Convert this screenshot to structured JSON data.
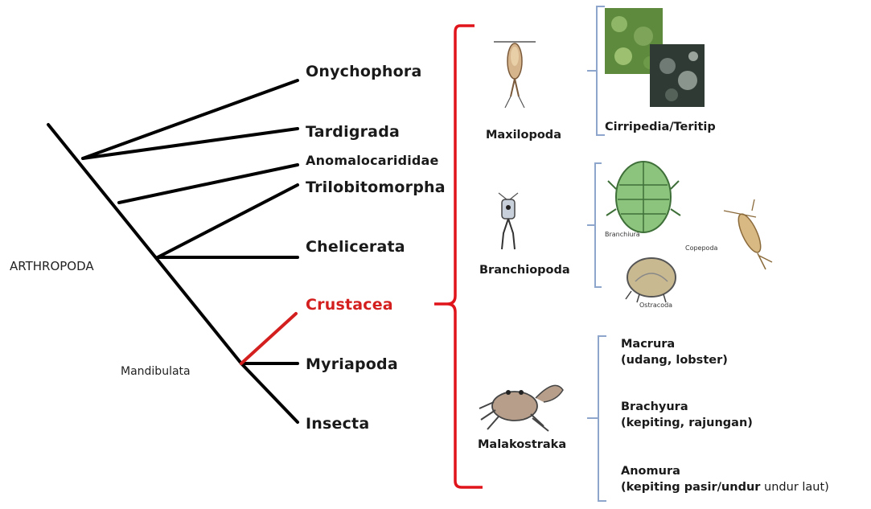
{
  "tree": {
    "phylum": "ARTHROPODA",
    "clade": "Mandibulata",
    "taxa": [
      "Onychophora",
      "Tardigrada",
      "Anomalocarididae",
      "Trilobitomorpha",
      "Chelicerata",
      "Crustacea",
      "Myriapoda",
      "Insecta"
    ],
    "highlight": "Crustacea",
    "highlight_color": "#d41f1f",
    "line_color": "#000000"
  },
  "crustacea_groups": {
    "maxilopoda": {
      "label": "Maxilopoda",
      "example": "Cirripedia/Teritip"
    },
    "branchiopoda": {
      "label": "Branchiopoda",
      "fig_labels": [
        "Branchiura",
        "Copepoda",
        "Ostracoda"
      ]
    },
    "malakostraka": {
      "label": "Malakostraka",
      "subgroups": [
        {
          "name": "Macrura",
          "desc": "(udang, lobster)"
        },
        {
          "name": "Brachyura",
          "desc": "(kepiting, rajungan)"
        },
        {
          "name": "Anomura",
          "desc": "(kepiting pasir/undur",
          "desc_tail": " undur laut)"
        }
      ]
    }
  },
  "colors": {
    "brace_red": "#e0141b",
    "bracket_blue": "#8fa6cc"
  },
  "icons": [
    "copepod-icon",
    "branchiopod-icon",
    "crab-icon",
    "barnacle-photo",
    "branchiura-icon",
    "copepoda-icon",
    "ostracod-icon"
  ]
}
